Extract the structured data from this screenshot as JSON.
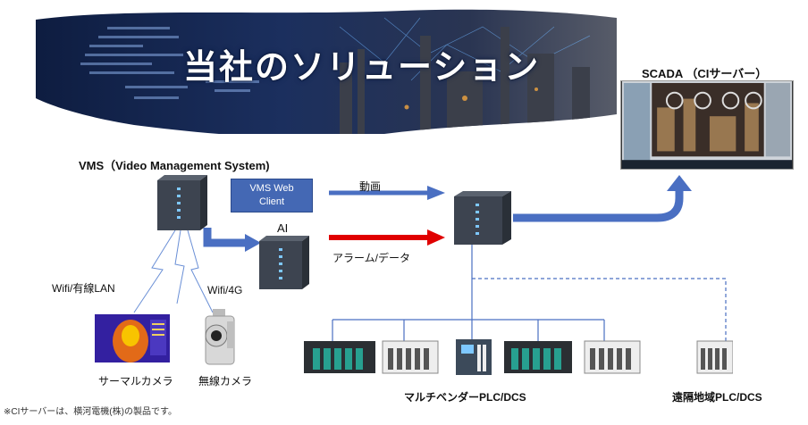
{
  "banner": {
    "title": "当社のソリューション"
  },
  "vms": {
    "title": "VMS（Video Management System)"
  },
  "scada": {
    "title": "SCADA （CIサーバー）"
  },
  "vms_web_client": {
    "line1": "VMS Web",
    "line2": "Client"
  },
  "ai": {
    "label": "AI"
  },
  "arrows": {
    "video_label": "動画",
    "alarm_label": "アラーム/データ"
  },
  "links": {
    "wifi_lan": "Wifi/有線LAN",
    "wifi_4g": "Wifi/4G"
  },
  "cameras": {
    "thermal": "サーマルカメラ",
    "wireless": "無線カメラ"
  },
  "plc": {
    "multivendor": "マルチベンダーPLC/DCS",
    "remote": "遠隔地域PLC/DCS"
  },
  "footnote": "※CIサーバーは、横河電機(株)の製品です。",
  "colors": {
    "blue_arrow": "#4a6fc2",
    "red_arrow": "#e00000",
    "server_body": "#3d4450",
    "client_box": "#4468b4"
  }
}
